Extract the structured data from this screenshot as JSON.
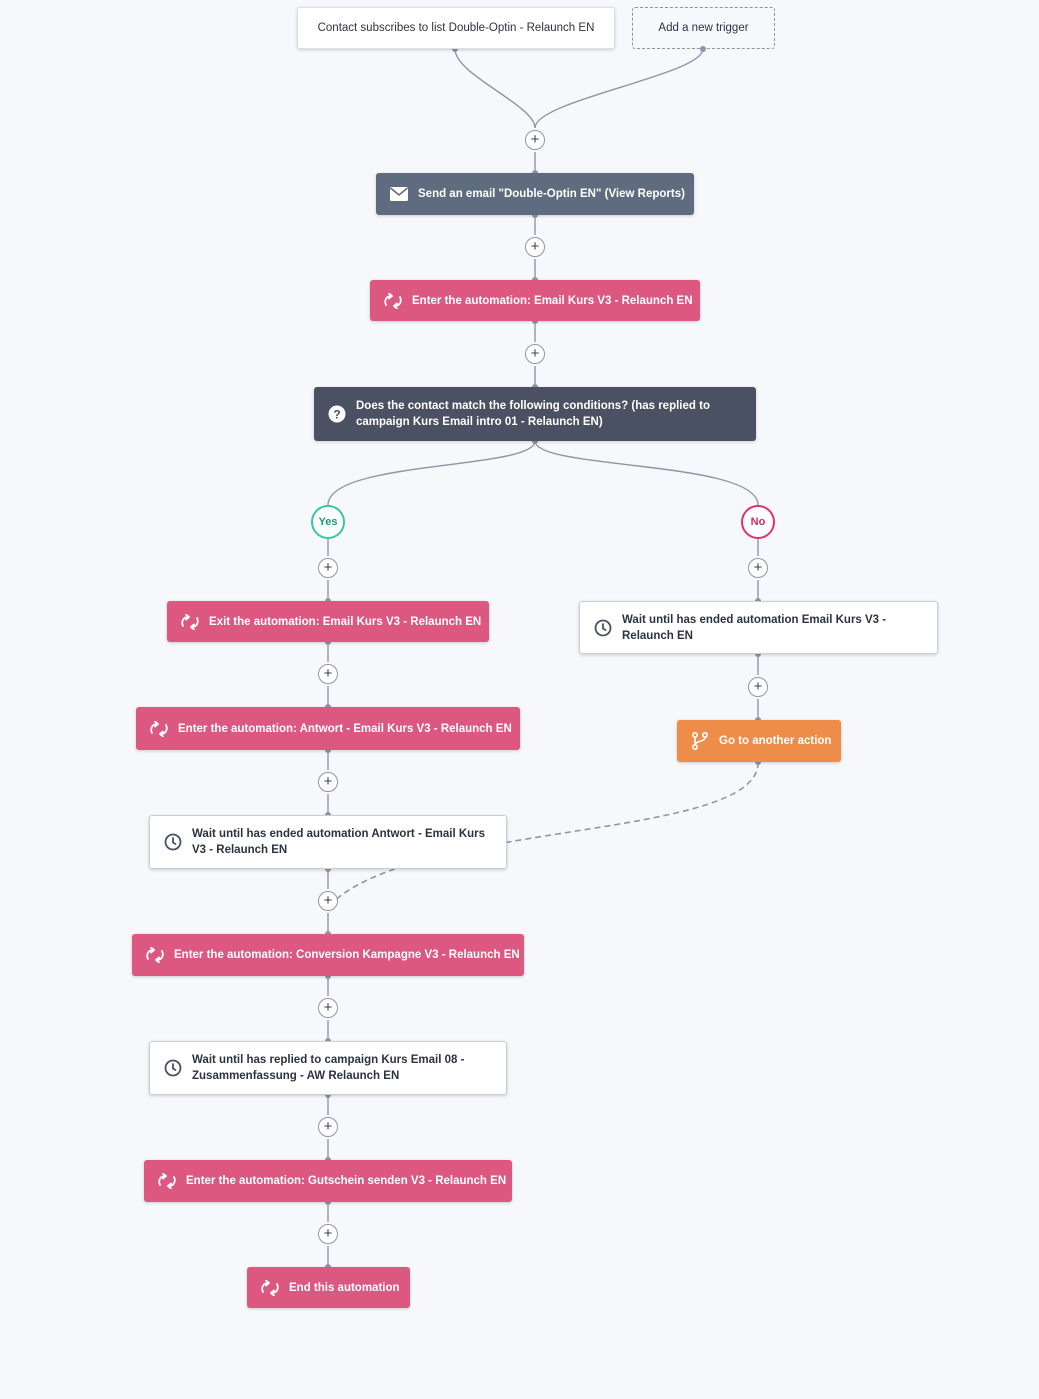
{
  "triggers": {
    "existing": "Contact subscribes to list Double-Optin - Relaunch EN",
    "add_new": "Add a new trigger"
  },
  "actions": {
    "send_email": "Send an email \"Double-Optin EN\" (View Reports)",
    "enter_email_kurs": "Enter the automation: Email Kurs V3 - Relaunch EN",
    "condition": "Does the contact match the following conditions? (has replied to campaign Kurs Email intro 01 - Relaunch EN)",
    "exit_email_kurs": "Exit the automation: Email Kurs V3 - Relaunch EN",
    "enter_antwort": "Enter the automation: Antwort - Email Kurs V3 - Relaunch EN",
    "wait_antwort": "Wait until has ended automation Antwort - Email Kurs V3 - Relaunch EN",
    "enter_conversion": "Enter the automation: Conversion Kampagne V3 - Relaunch EN",
    "wait_replied": "Wait until has replied to campaign Kurs Email 08 - Zusammenfassung - AW Relaunch EN",
    "enter_gutschein": "Enter the automation: Gutschein senden V3 - Relaunch EN",
    "end": "End this automation",
    "wait_email_kurs": "Wait until has ended automation Email Kurs V3 - Relaunch EN",
    "goto": "Go to another action"
  },
  "branches": {
    "yes": "Yes",
    "no": "No"
  },
  "add_step_symbol": "+",
  "colors": {
    "background": "#f7f8fc",
    "automation": "#dc5880",
    "email": "#5f6b7e",
    "condition": "#4a5163",
    "goto": "#ee8d49",
    "yes": "#34c9a0",
    "no": "#e0336a",
    "connector": "#8e96a6"
  },
  "icons": {
    "send_email": "envelope-icon",
    "automation": "automation-arrows-icon",
    "condition": "question-icon",
    "wait": "clock-icon",
    "goto": "branch-icon"
  }
}
